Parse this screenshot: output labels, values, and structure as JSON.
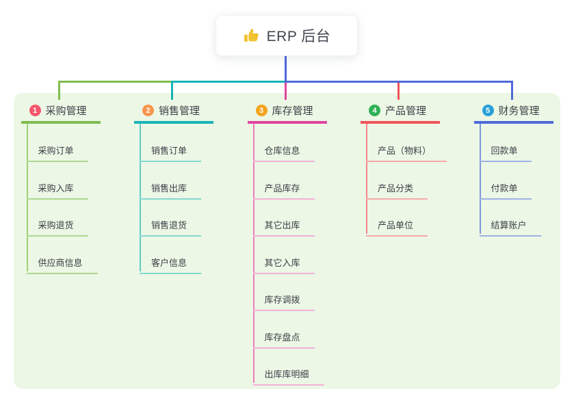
{
  "root": {
    "label": "ERP 后台",
    "icon": "thumbs-up-icon"
  },
  "branches": [
    {
      "num": "1",
      "label": "采购管理",
      "badge_color": "#f4566c",
      "line_color": "#7fbc4f",
      "stem_color": "#9ed077",
      "sub_line_color": "#aed88d",
      "children": [
        "采购订单",
        "采购入库",
        "采购退货",
        "供应商信息"
      ]
    },
    {
      "num": "2",
      "label": "销售管理",
      "badge_color": "#f7944c",
      "line_color": "#17b3b4",
      "stem_color": "#63cbc5",
      "sub_line_color": "#85d7d1",
      "children": [
        "销售订单",
        "销售出库",
        "销售退货",
        "客户信息"
      ]
    },
    {
      "num": "3",
      "label": "库存管理",
      "badge_color": "#f5a31d",
      "line_color": "#e0459f",
      "stem_color": "#ec7cba",
      "sub_line_color": "#f2b1d6",
      "children": [
        "仓库信息",
        "产品库存",
        "其它出库",
        "其它入库",
        "库存调拨",
        "库存盘点",
        "出库库明细"
      ]
    },
    {
      "num": "4",
      "label": "产品管理",
      "badge_color": "#2fb155",
      "line_color": "#f05458",
      "stem_color": "#f8878d",
      "sub_line_color": "#f8a9a9",
      "children": [
        "产品（物料）",
        "产品分类",
        "产品单位"
      ]
    },
    {
      "num": "5",
      "label": "财务管理",
      "badge_color": "#2aa0d8",
      "line_color": "#4f68d8",
      "stem_color": "#7e96dc",
      "sub_line_color": "#9fb2e4",
      "children": [
        "回款单",
        "付款单",
        "结算账户"
      ]
    }
  ],
  "colors": {
    "page_bg": "#ffffff",
    "panel_bg": "#ecf7e6",
    "root_line": "#4f68d8",
    "root_text": "#41464f",
    "node_text": "#3b3f46",
    "thumb_icon": "#f2c12e"
  }
}
